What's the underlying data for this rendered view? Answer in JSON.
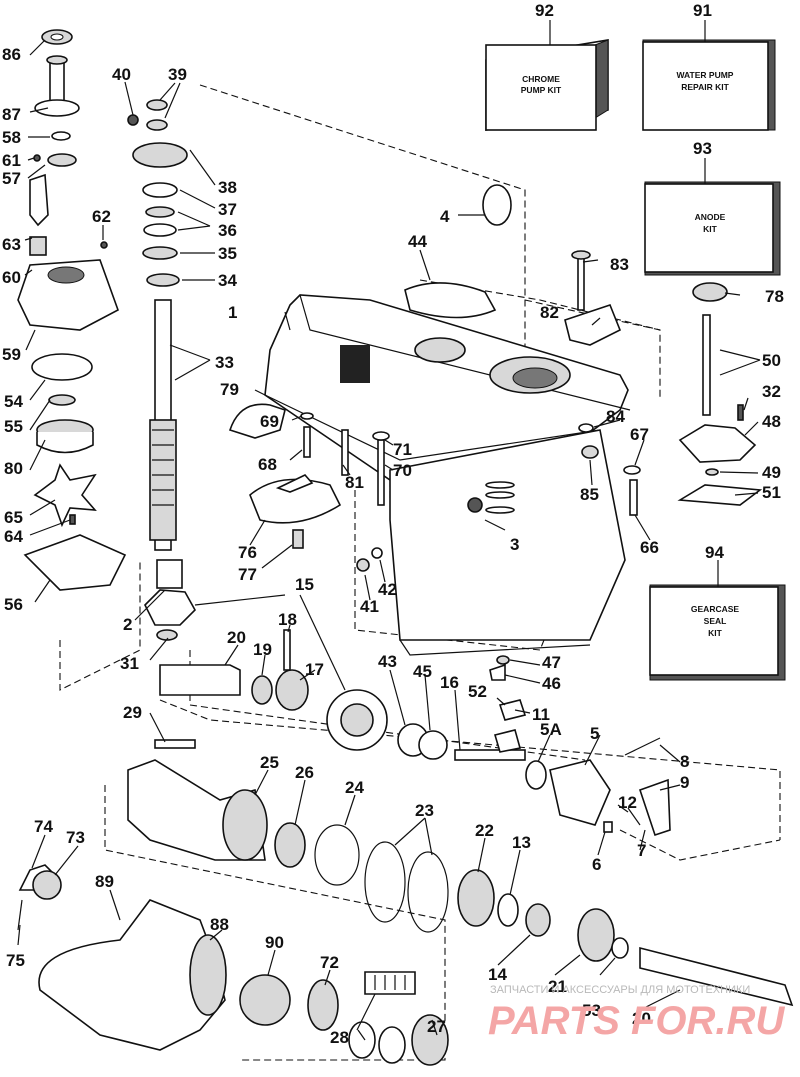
{
  "callouts": {
    "n1": "1",
    "n2": "2",
    "n3": "3",
    "n4": "4",
    "n5": "5",
    "n5a": "5A",
    "n6": "6",
    "n7": "7",
    "n8": "8",
    "n9": "9",
    "n11": "11",
    "n12": "12",
    "n13": "13",
    "n14": "14",
    "n15": "15",
    "n16": "16",
    "n17": "17",
    "n18": "18",
    "n19": "19",
    "n20a": "20",
    "n20b": "20",
    "n21": "21",
    "n22": "22",
    "n23": "23",
    "n24": "24",
    "n25": "25",
    "n26": "26",
    "n27": "27",
    "n28": "28",
    "n29": "29",
    "n31": "31",
    "n32": "32",
    "n33": "33",
    "n34": "34",
    "n35": "35",
    "n36": "36",
    "n37": "37",
    "n38": "38",
    "n39": "39",
    "n40": "40",
    "n41": "41",
    "n42": "42",
    "n43": "43",
    "n44": "44",
    "n45": "45",
    "n46": "46",
    "n47": "47",
    "n48": "48",
    "n49": "49",
    "n50": "50",
    "n51": "51",
    "n52": "52",
    "n53": "53",
    "n54": "54",
    "n55": "55",
    "n56": "56",
    "n57": "57",
    "n58": "58",
    "n59": "59",
    "n60": "60",
    "n61": "61",
    "n62": "62",
    "n63": "63",
    "n64": "64",
    "n65": "65",
    "n66": "66",
    "n67": "67",
    "n68": "68",
    "n69": "69",
    "n70": "70",
    "n71": "71",
    "n72": "72",
    "n73": "73",
    "n74": "74",
    "n75": "75",
    "n76": "76",
    "n77": "77",
    "n78": "78",
    "n79": "79",
    "n80": "80",
    "n81": "81",
    "n82": "82",
    "n83": "83",
    "n84": "84",
    "n85": "85",
    "n86": "86",
    "n87": "87",
    "n88": "88",
    "n89": "89",
    "n90": "90",
    "n91": "91",
    "n92": "92",
    "n93": "93",
    "n94": "94"
  },
  "kits": {
    "chrome_pump": [
      "CHROME",
      "PUMP KIT"
    ],
    "water_pump_repair": [
      "WATER PUMP",
      "REPAIR KIT"
    ],
    "anode": [
      "ANODE",
      "KIT"
    ],
    "gearcase_seal": [
      "GEARCASE",
      "SEAL",
      "KIT"
    ]
  },
  "watermark": {
    "caption": "ЗАПЧАСТИ И АКСЕССУАРЫ ДЛЯ МОТОТЕХНИКИ",
    "brand": "PARTS FOR.RU"
  },
  "colors": {
    "ink": "#111111",
    "watermark_brand": "#f4a6a6",
    "watermark_caption": "#b9b9b9"
  }
}
